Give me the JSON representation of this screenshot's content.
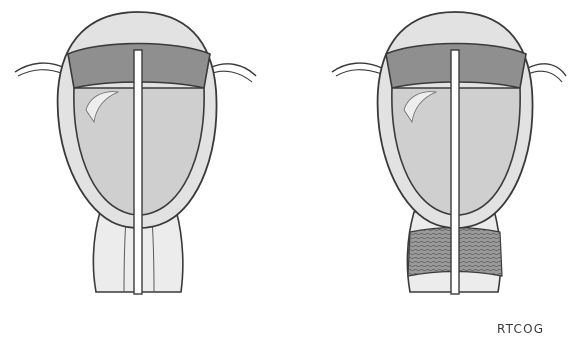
{
  "credit": "RTCOG",
  "colors": {
    "background": "#ffffff",
    "outline": "#3a3a3a",
    "uterine_wall": "#e2e2e2",
    "cavity_fill": "#cfcfcf",
    "highlight": "#eeeeee",
    "fundal_band": "#8f8f8f",
    "cervix_fill": "#ececec",
    "cervical_band": "#9a9a9a",
    "rod_fill": "#ffffff"
  },
  "panels": [
    {
      "id": "left",
      "cervical_band_visible": false
    },
    {
      "id": "right",
      "cervical_band_visible": true
    }
  ]
}
